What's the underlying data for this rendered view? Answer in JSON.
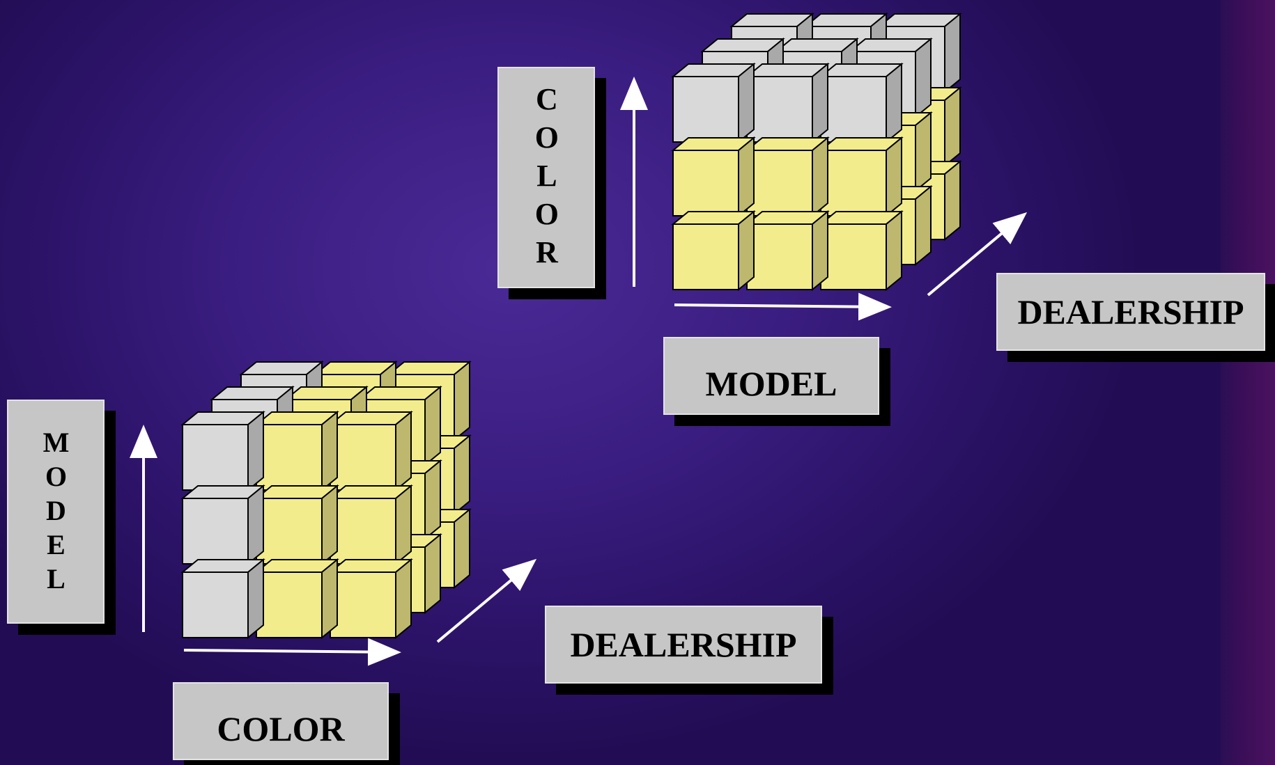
{
  "diagram": {
    "top_right_cube": {
      "vertical_label": "COLOR",
      "horizontal_label": "MODEL",
      "depth_label": "DEALERSHIP"
    },
    "bottom_left_cube": {
      "vertical_label": "MODEL",
      "horizontal_label": "COLOR",
      "depth_label": "DEALERSHIP"
    },
    "colors": {
      "background": "#3a1d80",
      "cube_gray": "#d9d9d9",
      "cube_yellow": "#f2ec8c",
      "label_box": "#c6c6c6",
      "arrow": "#ffffff"
    }
  }
}
